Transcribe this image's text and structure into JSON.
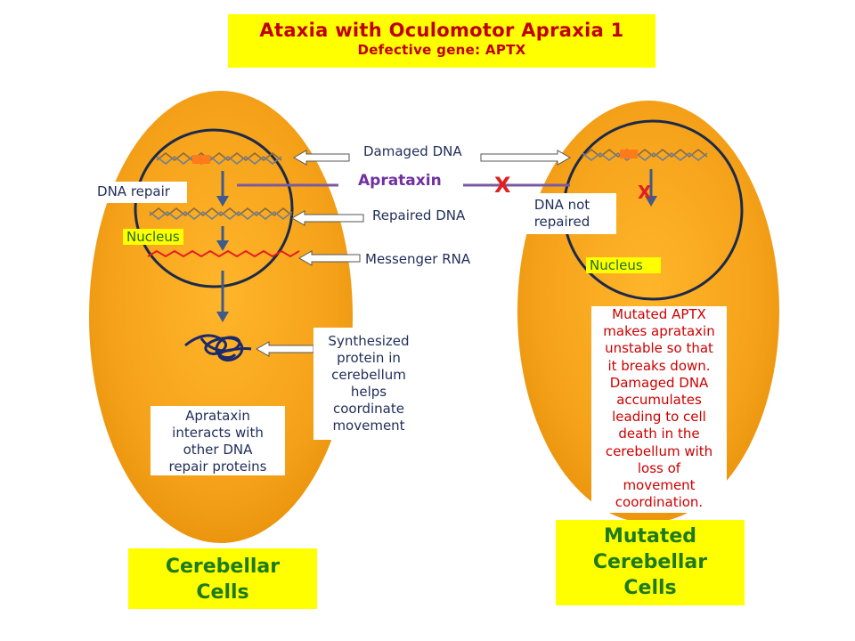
{
  "title": "Ataxia with Oculomotor Apraxia 1",
  "subtitle": "Defective gene: APTX",
  "labels": {
    "damaged_dna": "Damaged DNA",
    "apraxatin": "Aprataxin",
    "repaired_dna": "Repaired DNA",
    "messenger_rna": "Messenger RNA",
    "dna_repair": "DNA repair",
    "nucleus_left": "Nucleus",
    "nucleus_right": "Nucleus",
    "dna_not_repaired": [
      "DNA not",
      "repaired"
    ],
    "synthesized": [
      "Synthesized",
      "protein in",
      "cerebellum",
      "helps",
      "coordinate",
      "movement"
    ],
    "interacts": [
      "Aprataxin",
      "interacts with",
      "other DNA",
      "repair proteins"
    ],
    "mutated_text": [
      "Mutated APTX",
      "makes aprataxin",
      "unstable so that",
      "it breaks down.",
      "Damaged DNA",
      "accumulates",
      "leading to cell",
      "death in the",
      "cerebellum with",
      "loss of",
      "movement",
      "coordination."
    ],
    "cerebellar_cells": [
      "Cerebellar",
      "Cells"
    ],
    "mutated_cells": [
      "Mutated",
      "Cerebellar",
      "Cells"
    ],
    "x_center": "X",
    "x_right": "X"
  },
  "colors": {
    "cell_orange": "#f5a21a",
    "title_red": "#c00000",
    "mutation_red": "#cc0000",
    "cell_label_green": "#1e7a1e",
    "aprataxin_purple": "#7030a0",
    "arrow_blue": "#3f5a8c",
    "rna_red": "#e02020"
  }
}
